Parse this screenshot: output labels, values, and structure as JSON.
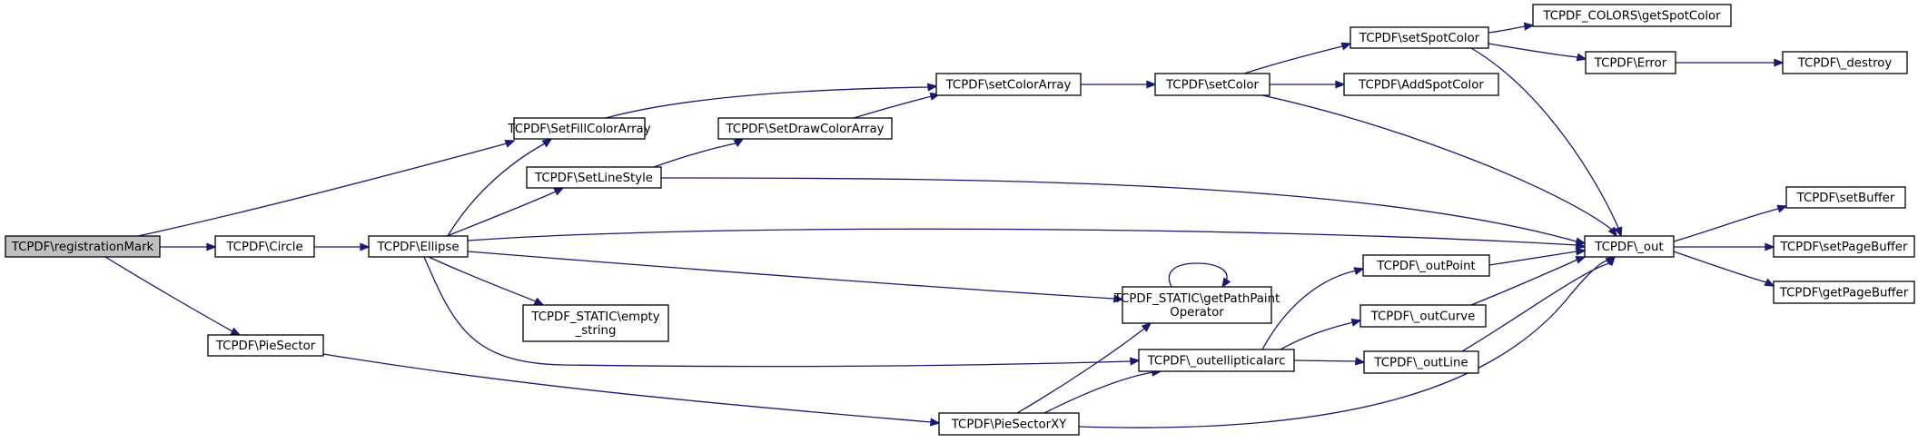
{
  "colors": {
    "edge": "#191970",
    "root_fill": "#bfbfbf",
    "node_fill": "#ffffff",
    "node_border": "#000000"
  },
  "nodes": {
    "registrationMark": {
      "lines": [
        "TCPDF\\registrationMark"
      ]
    },
    "Circle": {
      "lines": [
        "TCPDF\\Circle"
      ]
    },
    "PieSector": {
      "lines": [
        "TCPDF\\PieSector"
      ]
    },
    "Ellipse": {
      "lines": [
        "TCPDF\\Ellipse"
      ]
    },
    "SetFillColorArray": {
      "lines": [
        "TCPDF\\SetFillColorArray"
      ]
    },
    "SetLineStyle": {
      "lines": [
        "TCPDF\\SetLineStyle"
      ]
    },
    "SetDrawColorArray": {
      "lines": [
        "TCPDF\\SetDrawColorArray"
      ]
    },
    "empty_string": {
      "lines": [
        "TCPDF_STATIC\\empty",
        "_string"
      ]
    },
    "setColorArray": {
      "lines": [
        "TCPDF\\setColorArray"
      ]
    },
    "setColor": {
      "lines": [
        "TCPDF\\setColor"
      ]
    },
    "setSpotColor": {
      "lines": [
        "TCPDF\\setSpotColor"
      ]
    },
    "AddSpotColor": {
      "lines": [
        "TCPDF\\AddSpotColor"
      ]
    },
    "getSpotColor": {
      "lines": [
        "TCPDF_COLORS\\getSpotColor"
      ]
    },
    "Error": {
      "lines": [
        "TCPDF\\Error"
      ]
    },
    "destroy": {
      "lines": [
        "TCPDF\\_destroy"
      ]
    },
    "getPathPaintOperator": {
      "lines": [
        "TCPDF_STATIC\\getPathPaint",
        "Operator"
      ]
    },
    "outellipticalarc": {
      "lines": [
        "TCPDF\\_outellipticalarc"
      ]
    },
    "PieSectorXY": {
      "lines": [
        "TCPDF\\PieSectorXY"
      ]
    },
    "outPoint": {
      "lines": [
        "TCPDF\\_outPoint"
      ]
    },
    "outCurve": {
      "lines": [
        "TCPDF\\_outCurve"
      ]
    },
    "outLine": {
      "lines": [
        "TCPDF\\_outLine"
      ]
    },
    "out": {
      "lines": [
        "TCPDF\\_out"
      ]
    },
    "setBuffer": {
      "lines": [
        "TCPDF\\setBuffer"
      ]
    },
    "setPageBuffer": {
      "lines": [
        "TCPDF\\setPageBuffer"
      ]
    },
    "getPageBuffer": {
      "lines": [
        "TCPDF\\getPageBuffer"
      ]
    }
  },
  "edges": [
    [
      "registrationMark",
      "Circle"
    ],
    [
      "registrationMark",
      "PieSector"
    ],
    [
      "registrationMark",
      "SetFillColorArray"
    ],
    [
      "Circle",
      "Ellipse"
    ],
    [
      "Ellipse",
      "SetFillColorArray"
    ],
    [
      "Ellipse",
      "SetLineStyle"
    ],
    [
      "Ellipse",
      "empty_string"
    ],
    [
      "Ellipse",
      "getPathPaintOperator"
    ],
    [
      "Ellipse",
      "outellipticalarc"
    ],
    [
      "Ellipse",
      "out"
    ],
    [
      "SetFillColorArray",
      "setColorArray"
    ],
    [
      "SetLineStyle",
      "SetDrawColorArray"
    ],
    [
      "SetLineStyle",
      "out"
    ],
    [
      "SetDrawColorArray",
      "setColorArray"
    ],
    [
      "setColorArray",
      "setColor"
    ],
    [
      "setColor",
      "setSpotColor"
    ],
    [
      "setColor",
      "AddSpotColor"
    ],
    [
      "setColor",
      "out"
    ],
    [
      "setSpotColor",
      "getSpotColor"
    ],
    [
      "setSpotColor",
      "Error"
    ],
    [
      "setSpotColor",
      "out"
    ],
    [
      "Error",
      "destroy"
    ],
    [
      "PieSector",
      "PieSectorXY"
    ],
    [
      "PieSectorXY",
      "getPathPaintOperator"
    ],
    [
      "PieSectorXY",
      "outellipticalarc"
    ],
    [
      "PieSectorXY",
      "out"
    ],
    [
      "getPathPaintOperator",
      "getPathPaintOperator"
    ],
    [
      "outellipticalarc",
      "outPoint"
    ],
    [
      "outellipticalarc",
      "outCurve"
    ],
    [
      "outellipticalarc",
      "outLine"
    ],
    [
      "outPoint",
      "out"
    ],
    [
      "outCurve",
      "out"
    ],
    [
      "outLine",
      "out"
    ],
    [
      "out",
      "setBuffer"
    ],
    [
      "out",
      "setPageBuffer"
    ],
    [
      "out",
      "getPageBuffer"
    ]
  ]
}
